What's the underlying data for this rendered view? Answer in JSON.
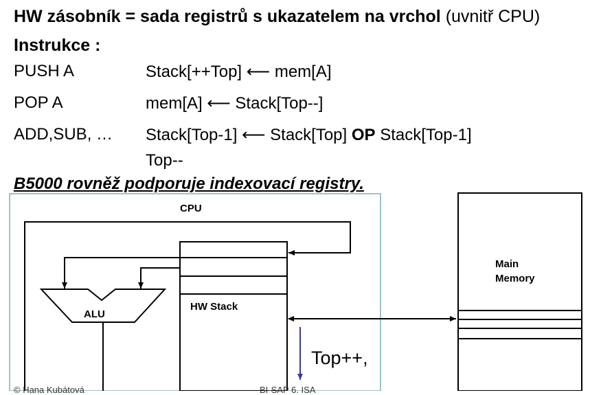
{
  "header": {
    "title_bold": "HW zásobník = sada registrů s ukazatelem na vrchol",
    "title_normal": " (uvnitř CPU)",
    "subtitle": "Instrukce :"
  },
  "instructions": [
    {
      "op": "PUSH A",
      "desc": "Stack[++Top] ⟵ mem[A]"
    },
    {
      "op": "POP A",
      "desc": "mem[A] ⟵ Stack[Top--]"
    },
    {
      "op": "ADD,SUB, …",
      "desc_pre": "Stack[Top-1] ⟵ Stack[Top] ",
      "desc_bold": "OP",
      "desc_post": " Stack[Top-1]",
      "desc_line2": "Top--"
    }
  ],
  "note": "B5000 rovněž podporuje indexovací registry.",
  "diagram": {
    "cpu_label": "CPU",
    "alu_label": "ALU",
    "stack_label": "HW Stack",
    "memory_label_line1": "Main",
    "memory_label_line2": "Memory",
    "top_label": "Top++,",
    "colors": {
      "cpu_border": "#5b9f9b",
      "arrow_blue": "#3a3a9a"
    }
  },
  "footer": {
    "left": "© Hana Kubátová",
    "center": "BI-SAP 6. ISA"
  }
}
